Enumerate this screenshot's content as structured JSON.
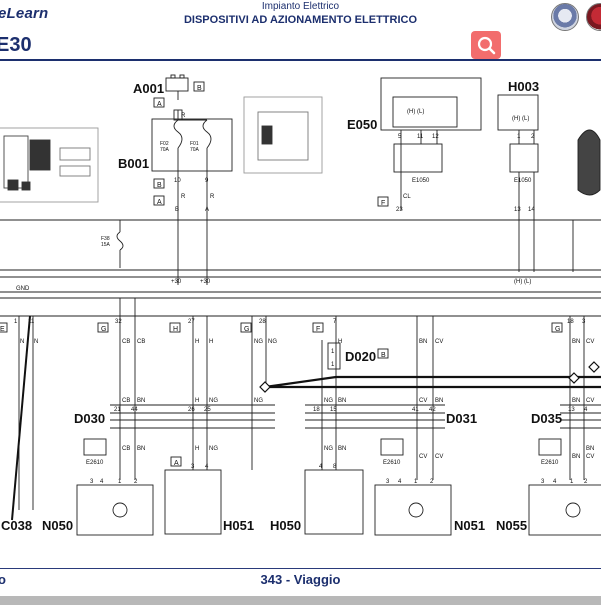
{
  "header": {
    "logo_text": "eLearn",
    "subtitle": "Impianto Elettrico",
    "title": "DISPOSITIVI AD AZIONAMENTO ELETTRICO",
    "section_code": "E30"
  },
  "footer": {
    "left_text": "o",
    "page_label": "343 - Viaggio"
  },
  "diagram": {
    "components": {
      "A001": "A001",
      "B001": "B001",
      "E050": "E050",
      "H003": "H003",
      "D020": "D020",
      "D030": "D030",
      "D031": "D031",
      "D035": "D035",
      "C038": "C038",
      "N050": "N050",
      "H051": "H051",
      "H050": "H050",
      "N051": "N051",
      "N055": "N055"
    },
    "connector_letters": {
      "a001_a": "A",
      "a001_b": "B",
      "b001_b": "B",
      "b001_a": "A",
      "e050_f": "F",
      "d020_b": "B",
      "h051_a": "A",
      "g1": "G",
      "h1": "H",
      "g2": "G",
      "f1": "F",
      "g3": "G",
      "e1": "E"
    },
    "fuses": {
      "f02": "F02",
      "f02_rating": "70A",
      "f01": "F01",
      "f01_rating": "70A",
      "f38": "F38",
      "f38_rating": "15A"
    },
    "pins": {
      "b001_10": "10",
      "b001_9": "9",
      "b001_b": "B",
      "b001_a": "A",
      "e050_5": "5",
      "e050_11": "11",
      "e050_12": "12",
      "e050_23": "23",
      "h003_1": "1",
      "h003_2": "2",
      "h003_13": "13",
      "h003_14": "14",
      "plus30a": "+30",
      "plus30b": "+30",
      "hl_e050": "(H) (L)",
      "hl_h003": "(H) (L)",
      "hl_bus": "(H) (L)",
      "gnd": "GND",
      "p1": "1",
      "p11": "11",
      "p32": "32",
      "p27": "27",
      "p28": "28",
      "p7": "7",
      "p18": "18",
      "p3": "3",
      "d030_21": "21",
      "d030_44": "44",
      "d030_26": "26",
      "d030_25": "25",
      "d031_18": "18",
      "d031_15": "15",
      "d031_41": "41",
      "d031_42": "42",
      "d035_13": "13",
      "d035_4": "4",
      "n050_3": "3",
      "n050_4": "4",
      "n050_1": "1",
      "n050_2": "2",
      "h051_3": "3",
      "h051_4": "4",
      "h050_4": "4",
      "h050_8": "8",
      "n051_3": "3",
      "n051_4": "4",
      "n051_1": "1",
      "n051_2": "2",
      "n055_3": "3",
      "n055_4": "4",
      "n055_1": "1",
      "n055_2": "2",
      "d020_1a": "1",
      "d020_1b": "1",
      "e1050a": "E1050",
      "e1050b": "E1050",
      "e2610a": "E2610",
      "e2610b": "E2610",
      "e2610c": "E2610"
    },
    "wires": {
      "r1": "R",
      "r2": "R",
      "r3": "R",
      "cl": "CL",
      "n1": "N",
      "n2": "N",
      "cb1": "CB",
      "h1": "H",
      "ng1": "NG",
      "h2": "H",
      "cb2": "CB",
      "bn1": "BN",
      "ng2": "NG",
      "h3": "H",
      "ng3": "NG",
      "bn2": "BN",
      "cv1": "CV",
      "bn3": "BN",
      "cv2": "CV",
      "cb3": "CB",
      "bn4": "BN",
      "ng4": "NG",
      "h4": "H",
      "ng5": "NG",
      "bn5": "BN",
      "cv3": "CV",
      "bn6": "BN",
      "bn7": "BN",
      "cv4": "CV",
      "bn8": "BN",
      "cv5": "CV",
      "cb4": "CB",
      "bn9": "BN",
      "ng6": "NG",
      "h5": "H",
      "ng7": "NG",
      "cv6": "CV",
      "bn10": "BN",
      "cv7": "CV"
    }
  }
}
